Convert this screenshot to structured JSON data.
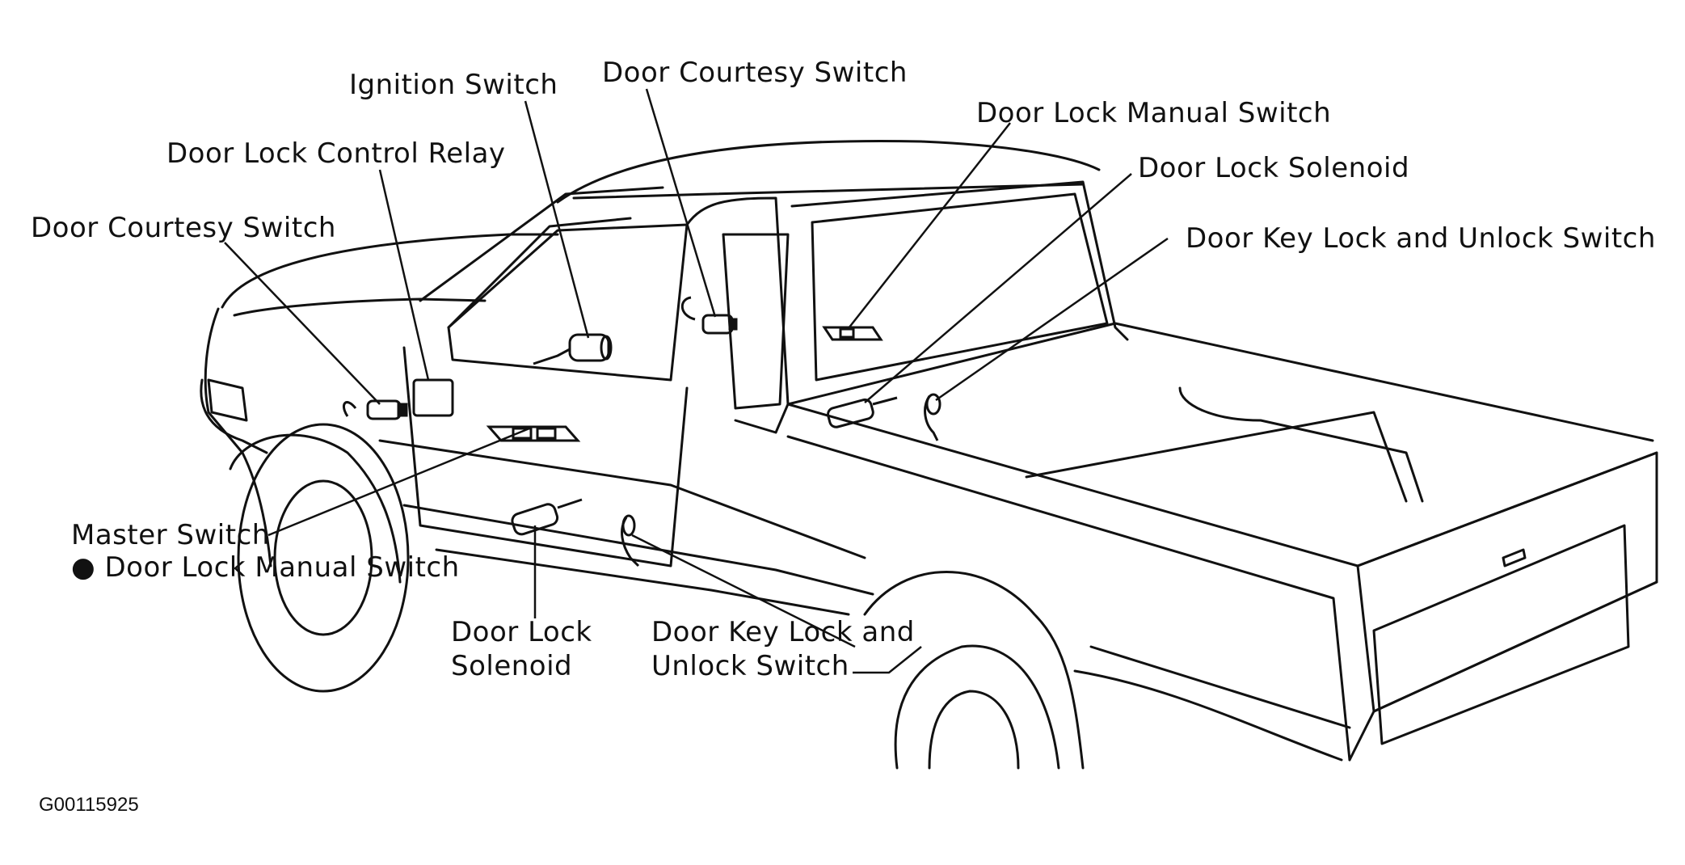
{
  "figure_id": "G00115925",
  "labels": {
    "ignition_switch": "Ignition Switch",
    "door_courtesy_switch_center": "Door Courtesy Switch",
    "door_lock_manual_switch_right": "Door Lock Manual Switch",
    "door_lock_solenoid_right": "Door Lock Solenoid",
    "door_key_lock_unlock_right": "Door Key Lock and Unlock Switch",
    "door_lock_control_relay": "Door Lock Control Relay",
    "door_courtesy_switch_left": "Door Courtesy Switch",
    "master_switch": "Master Switch",
    "master_switch_sub": "● Door Lock Manual Switch",
    "door_lock_solenoid_bottom_line1": "Door Lock",
    "door_lock_solenoid_bottom_line2": "Solenoid",
    "door_key_lock_bottom_line1": "Door Key Lock and",
    "door_key_lock_bottom_line2": "Unlock Switch"
  }
}
